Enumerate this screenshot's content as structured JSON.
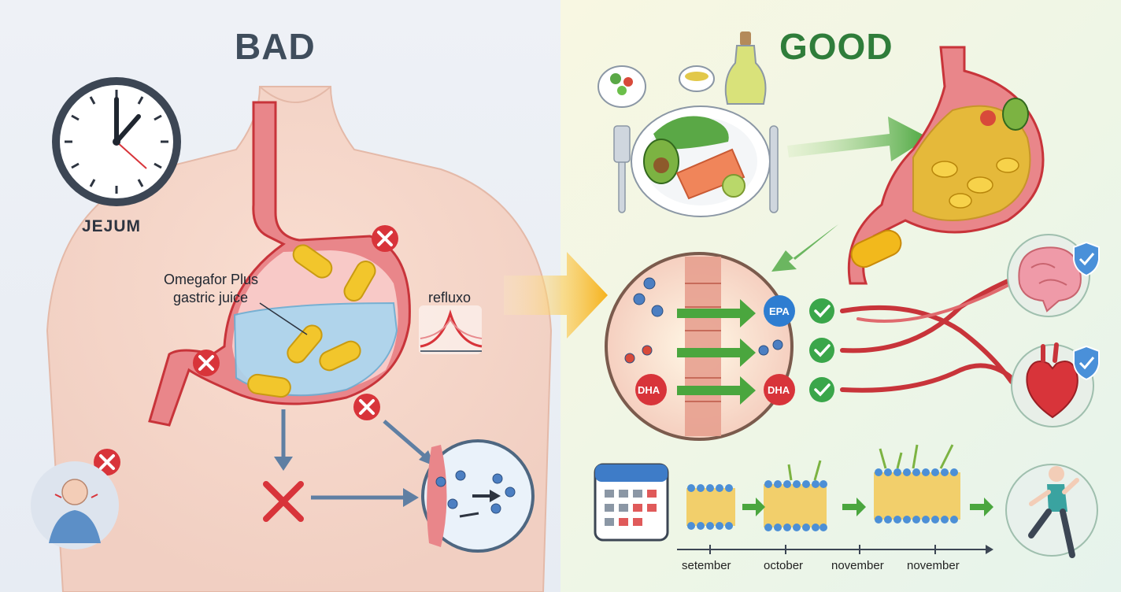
{
  "bad": {
    "title": "BAD",
    "fasting_label": "JEJUM",
    "stomach_label_line1": "Omegafor Plus",
    "stomach_label_line2": "gastric juice",
    "reflux_label": "refluxo"
  },
  "good": {
    "title": "GOOD",
    "molecules": [
      "EPA",
      "DHA",
      "DHA"
    ],
    "timeline_months": [
      "setember",
      "october",
      "november",
      "november"
    ]
  },
  "colors": {
    "bad_title": "#3f4d5c",
    "good_title": "#2f7d3a",
    "error_red": "#d8343a",
    "check_green": "#3aa64a",
    "capsule_yellow": "#f2c62c",
    "artery_red": "#c8343a"
  },
  "icons": [
    "clock-icon",
    "x-mark-icon",
    "check-mark-icon",
    "shield-icon",
    "brain-icon",
    "heart-icon",
    "calendar-icon",
    "runner-icon",
    "capsule-icon"
  ]
}
